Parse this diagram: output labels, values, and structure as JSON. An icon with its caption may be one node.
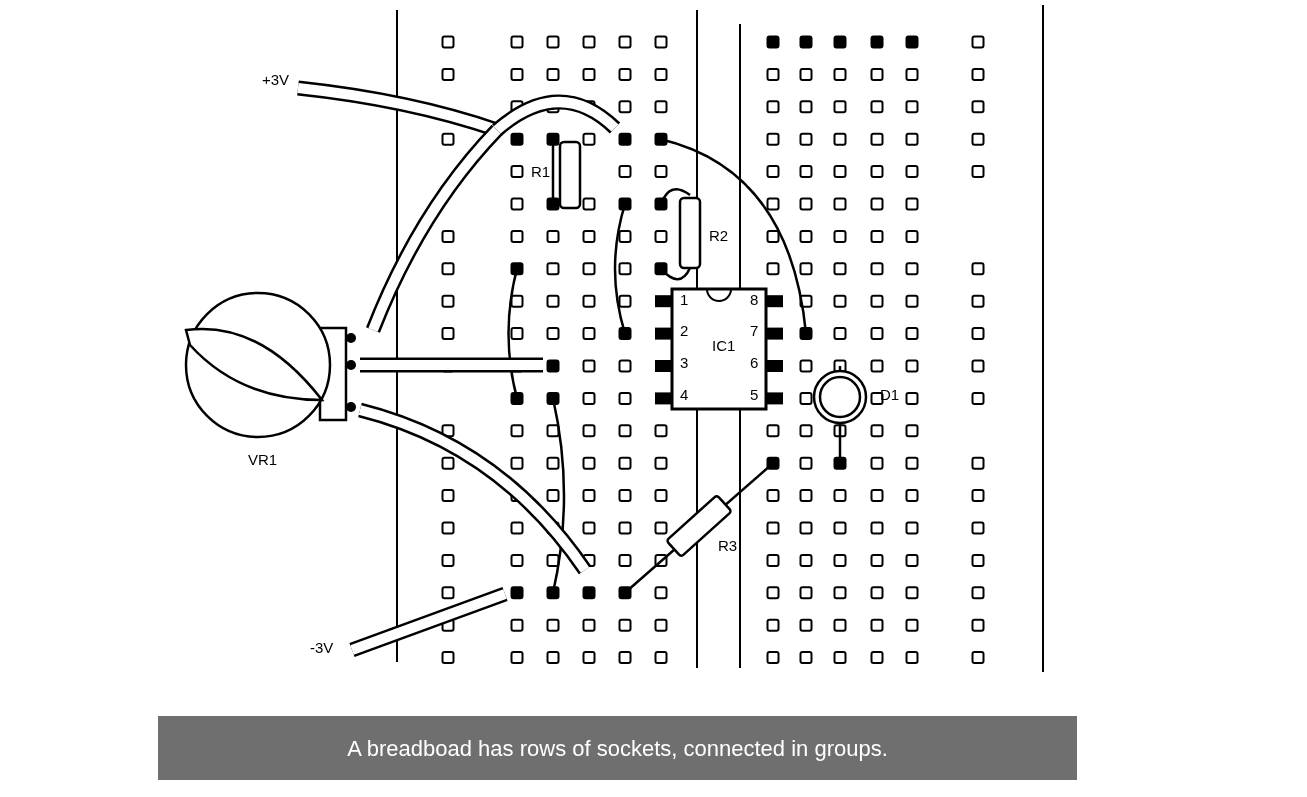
{
  "diagram": {
    "caption": "A breadboad has rows of sockets, connected in groups.",
    "labels": [
      "+3V",
      "R1",
      "R2",
      "1",
      "8",
      "2",
      "IC1",
      "7",
      "3",
      "6",
      "4",
      "5",
      "D1",
      "VR1",
      "R3",
      "-3V"
    ]
  }
}
